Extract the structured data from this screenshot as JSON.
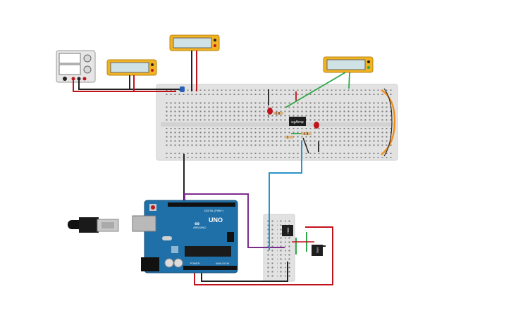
{
  "canvas": {
    "background": "#ffffff"
  },
  "arduino": {
    "brand": "ARDUINO",
    "model": "UNO",
    "header_digital": "DIGITAL (PWM~)",
    "header_power": "POWER",
    "header_analog": "ANALOG IN",
    "board_color": "#1f6fa8"
  },
  "ic": {
    "label": "ugAmp"
  },
  "regulators": [
    {
      "label": "7805"
    },
    {
      "label": "7905"
    }
  ],
  "colors": {
    "wire_red": "#d0202c",
    "wire_black": "#222222",
    "wire_green": "#2ea84a",
    "wire_blue": "#2a94c8",
    "wire_purple": "#7b2d8e",
    "wire_orange": "#f08c16",
    "meter_body": "#f2b323",
    "meter_screen": "#cfe2e5",
    "breadboard": "#e2e2e2",
    "led_red": "#c0141c"
  }
}
